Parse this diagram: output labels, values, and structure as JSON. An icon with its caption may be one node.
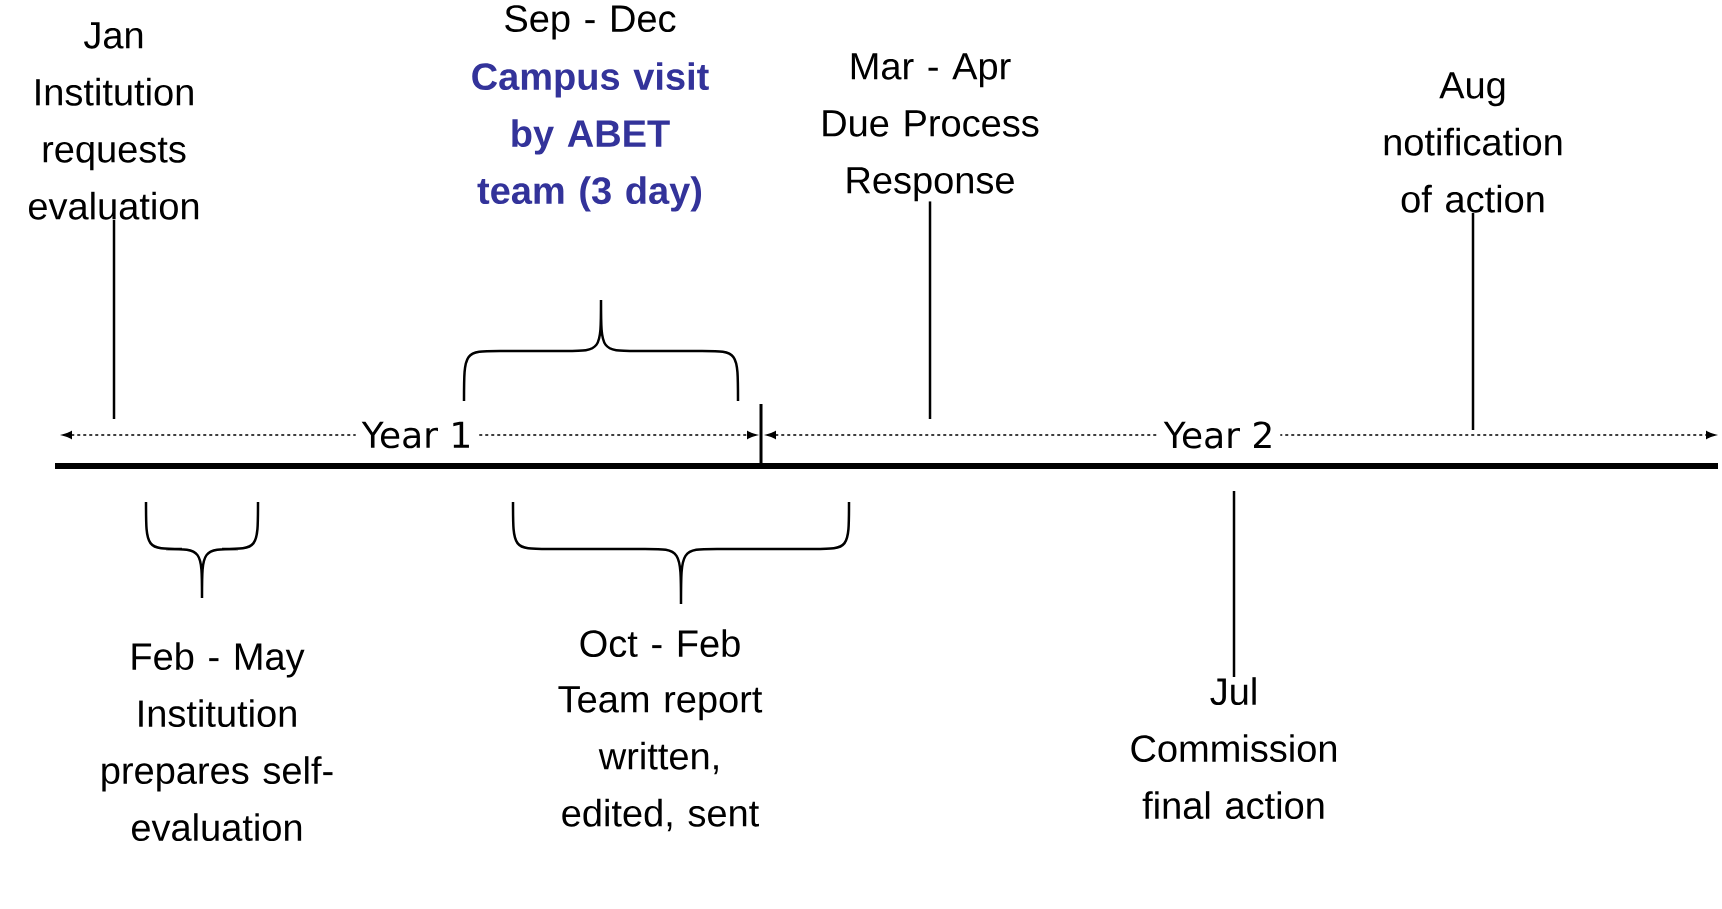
{
  "diagram": {
    "nodes": [
      {
        "text": [
          "Jan",
          "Institution requests evaluation"
        ]
      },
      {
        "text": [
          "Mar - Apr",
          "Due Process Response"
        ]
      },
      {
        "text": [
          "Aug",
          "notification of action"
        ]
      },
      {
        "text": [
          "Jul",
          "Commission final action"
        ]
      }
    ],
    "edges": [
      {
        "from": 0,
        "to": null,
        "arrow": "none"
      },
      {
        "from": 1,
        "to": null,
        "arrow": "none"
      },
      {
        "from": 2,
        "to": null,
        "arrow": "none"
      },
      {
        "from": 3,
        "to": null,
        "arrow": "none"
      }
    ],
    "labels": [
      "Sep - Dec",
      "Campus visit by ABET team (3 day)",
      "Year 1",
      "Year 2",
      "Feb - May",
      "Institution prepares self-evaluation",
      "Oct - Feb",
      "Team report written, edited, sent"
    ]
  }
}
